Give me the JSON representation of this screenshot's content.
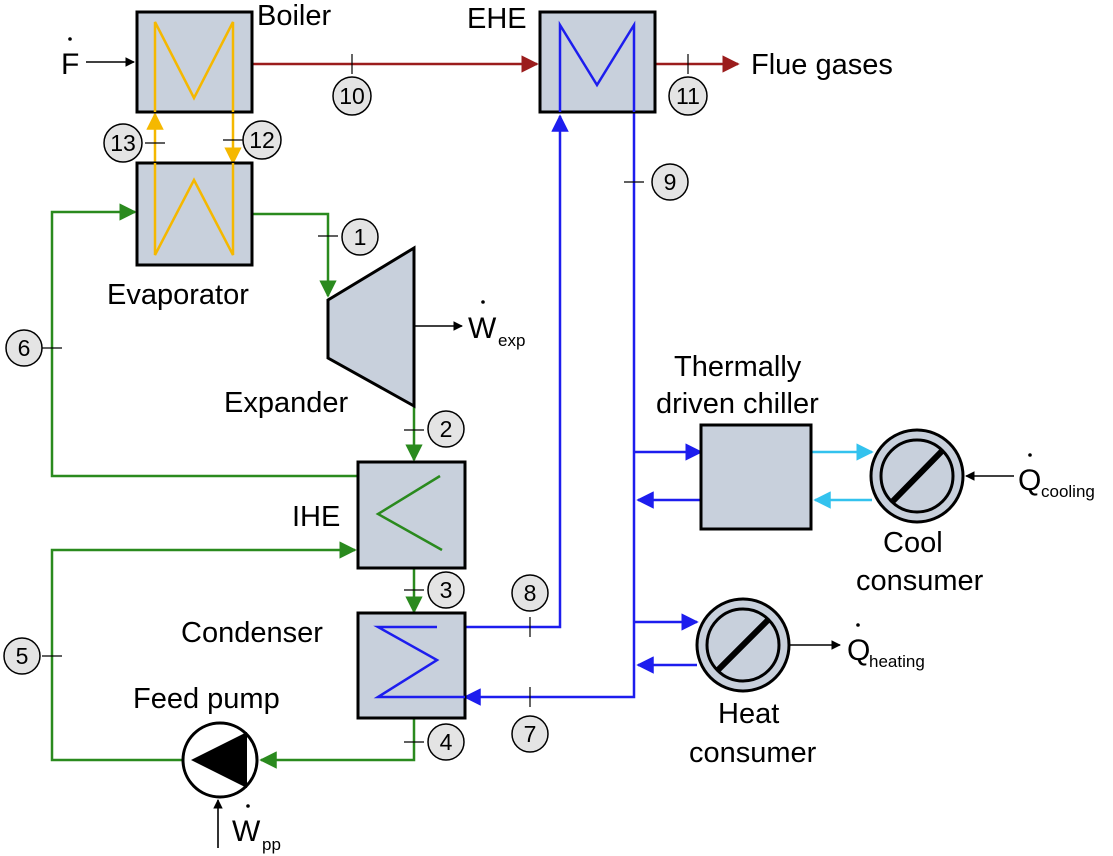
{
  "colors": {
    "flue_gas": "#9b1c1c",
    "thermal_oil": "#f5b800",
    "orc_fluid": "#2a8a1e",
    "water_loop": "#1d1dee",
    "cooling_loop": "#33c2ee",
    "component_fill": "#c8d0dc"
  },
  "components": {
    "boiler": "Boiler",
    "ehe": "EHE",
    "evaporator": "Evaporator",
    "expander": "Expander",
    "ihe": "IHE",
    "condenser": "Condenser",
    "feed_pump": "Feed pump",
    "chiller_line1": "Thermally",
    "chiller_line2": "driven chiller",
    "cool_consumer_line1": "Cool",
    "cool_consumer_line2": "consumer",
    "heat_consumer_line1": "Heat",
    "heat_consumer_line2": "consumer",
    "flue_gases": "Flue gases"
  },
  "symbols": {
    "fuel": "F",
    "expander_power": "W",
    "expander_power_sub": "exp",
    "pump_power": "W",
    "pump_power_sub": "pp",
    "cooling": "Q",
    "cooling_sub": "cooling",
    "heating": "Q",
    "heating_sub": "heating"
  },
  "states": [
    "1",
    "2",
    "3",
    "4",
    "5",
    "6",
    "7",
    "8",
    "9",
    "10",
    "11",
    "12",
    "13"
  ]
}
